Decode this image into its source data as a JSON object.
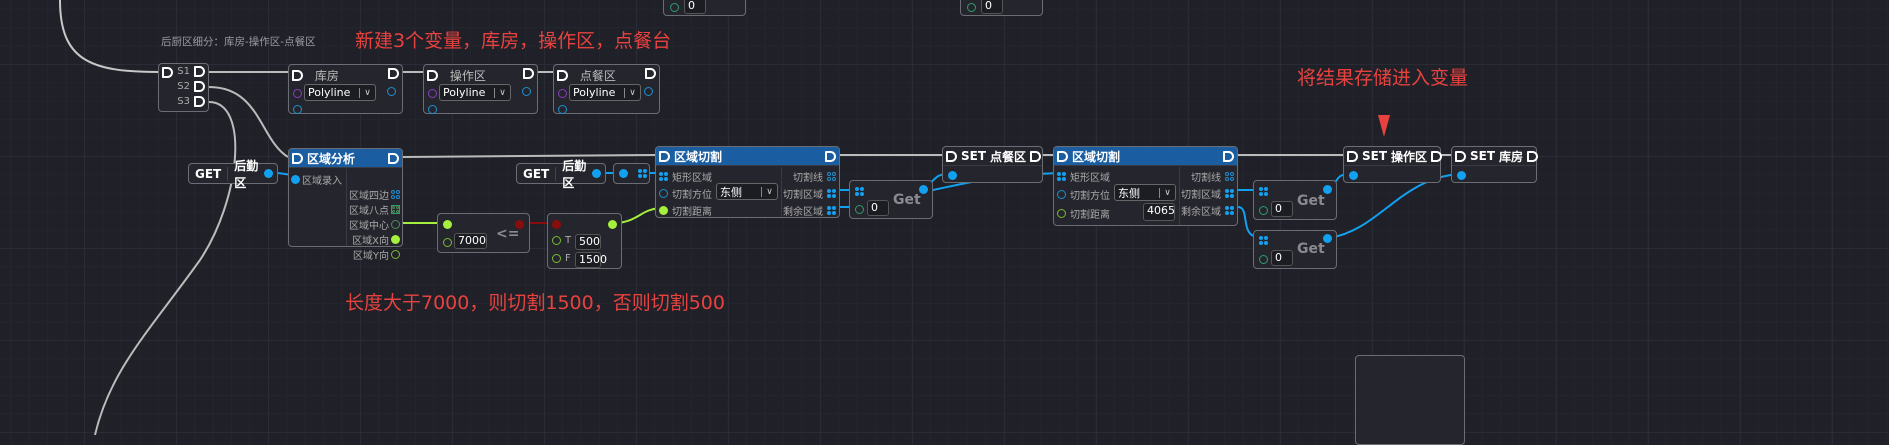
{
  "comment": "后厨区细分：库房-操作区-点餐区",
  "annotations": {
    "top": "新建3个变量，库房，操作区，点餐台",
    "right": "将结果存储进入变量",
    "bottom": "长度大于7000，则切割1500，否则切割500"
  },
  "sequence": {
    "outputs": [
      "S1",
      "S2",
      "S3"
    ]
  },
  "variables": [
    {
      "name": "库房",
      "type": "Polyline"
    },
    {
      "name": "操作区",
      "type": "Polyline"
    },
    {
      "name": "点餐区",
      "type": "Polyline"
    }
  ],
  "top_partial": {
    "value1": "0",
    "value2": "0"
  },
  "get1": {
    "kw": "GET",
    "name": "后勤区"
  },
  "get2": {
    "kw": "GET",
    "name": "后勤区"
  },
  "analysis": {
    "title": "区域分析",
    "input": "区域录入",
    "outputs": [
      "区域四边",
      "区域八点",
      "区域中心",
      "区域X向",
      "区域Y向"
    ]
  },
  "compare": {
    "value": "7000",
    "op": "<="
  },
  "select": {
    "t_label": "T",
    "t_value": "500",
    "f_label": "F",
    "f_value": "1500"
  },
  "cut1": {
    "title": "区域切割",
    "inputs": [
      "矩形区域",
      "切割方位",
      "切割距离"
    ],
    "direction": "东侧",
    "outputs": [
      "切割线",
      "切割区域",
      "剩余区域"
    ]
  },
  "cut2": {
    "title": "区域切割",
    "inputs": [
      "矩形区域",
      "切割方位",
      "切割距离"
    ],
    "direction": "东侧",
    "distance": "4065",
    "outputs": [
      "切割线",
      "切割区域",
      "剩余区域"
    ]
  },
  "get_nodes": [
    {
      "label": "Get",
      "index": "0"
    },
    {
      "label": "Get",
      "index": "0"
    },
    {
      "label": "Get",
      "index": "0"
    }
  ],
  "set_nodes": [
    {
      "kw": "SET",
      "name": "点餐区"
    },
    {
      "kw": "SET",
      "name": "操作区"
    },
    {
      "kw": "SET",
      "name": "库房"
    }
  ],
  "colors": {
    "accent": "#1a5ea1",
    "annotation": "#e8423f",
    "data_pin": "#12a0f0",
    "bool_pin": "#a5f03c"
  }
}
